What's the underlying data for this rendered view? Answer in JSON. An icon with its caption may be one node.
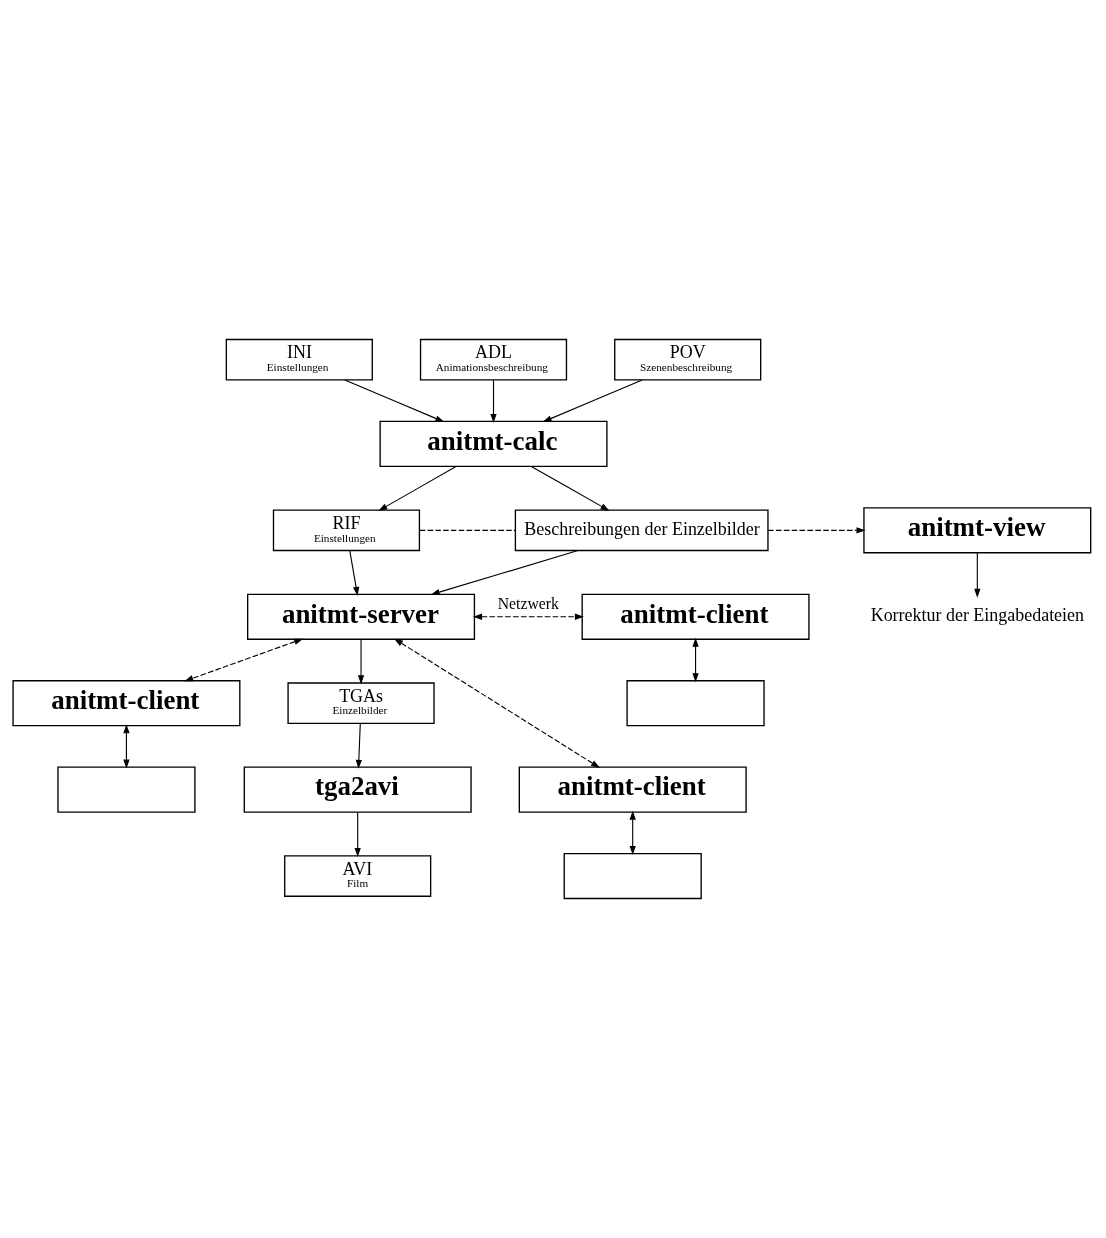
{
  "diagram": {
    "nodes": [
      {
        "text": [
          "INI",
          "Einstellungen"
        ]
      },
      {
        "text": [
          "ADL",
          "Animationsbeschreibung"
        ]
      },
      {
        "text": [
          "POV",
          "Szenenbeschreibung"
        ]
      },
      {
        "text": [
          "anitmt-calc"
        ]
      },
      {
        "text": [
          "Korrektur der Eingabedateien"
        ]
      },
      {
        "text": [
          "RIF",
          "Einstellungen"
        ]
      },
      {
        "text": [
          "Beschreibungen der Einzelbilder"
        ]
      },
      {
        "text": [
          "anitmt-view"
        ]
      },
      {
        "text": [
          "anitmt-client"
        ]
      },
      {
        "text": [],
        "shape": "box"
      },
      {
        "text": [
          "anitmt-server"
        ]
      },
      {
        "text": [
          "anitmt-client"
        ]
      },
      {
        "text": [],
        "shape": "box"
      },
      {
        "text": [
          "TGAs",
          "Einzelbilder"
        ]
      },
      {
        "text": [
          "anitmt-client"
        ]
      },
      {
        "text": [],
        "shape": "box"
      },
      {
        "text": [
          "tga2avi"
        ]
      },
      {
        "text": [
          "AVI",
          "Film"
        ]
      }
    ],
    "edges": [
      {
        "from": 0,
        "to": 3,
        "arrow": "to"
      },
      {
        "from": 1,
        "to": 3,
        "arrow": "to"
      },
      {
        "from": 2,
        "to": 3,
        "arrow": "to"
      },
      {
        "from": 3,
        "to": 5,
        "arrow": "to"
      },
      {
        "from": 3,
        "to": 6,
        "arrow": "to"
      },
      {
        "from": 5,
        "to": 6,
        "arrow": "none",
        "style": "dashed"
      },
      {
        "from": 6,
        "to": 7,
        "arrow": "to",
        "style": "dashed"
      },
      {
        "from": 7,
        "to": 4,
        "arrow": "to"
      },
      {
        "from": 5,
        "to": 10,
        "arrow": "to"
      },
      {
        "from": 6,
        "to": 10,
        "arrow": "to"
      },
      {
        "from": 10,
        "to": 8,
        "arrow": "both",
        "style": "dashed"
      },
      {
        "from": 10,
        "to": 11,
        "arrow": "both",
        "style": "dashed",
        "label": "Netzwerk"
      },
      {
        "from": 10,
        "to": 14,
        "arrow": "both",
        "style": "dashed"
      },
      {
        "from": 8,
        "to": 9,
        "arrow": "both"
      },
      {
        "from": 11,
        "to": 12,
        "arrow": "both"
      },
      {
        "from": 14,
        "to": 15,
        "arrow": "both"
      },
      {
        "from": 10,
        "to": 13,
        "arrow": "to"
      },
      {
        "from": 13,
        "to": 16,
        "arrow": "to"
      },
      {
        "from": 16,
        "to": 17,
        "arrow": "to"
      }
    ]
  }
}
